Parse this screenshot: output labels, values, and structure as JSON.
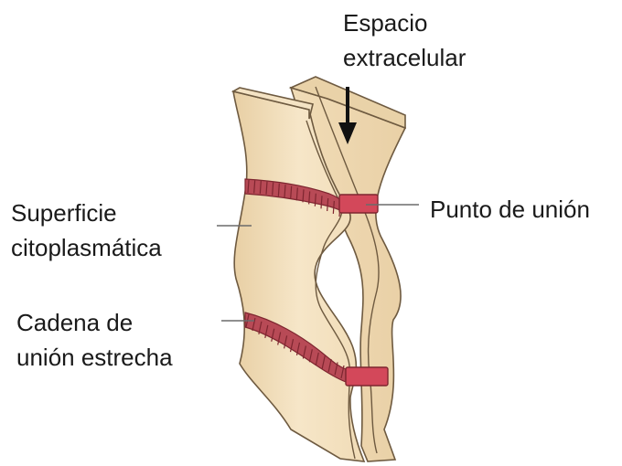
{
  "labels": {
    "extracellular_space": [
      "Espacio",
      "extracelular"
    ],
    "cytoplasmic_surface": [
      "Superficie",
      "citoplasmática"
    ],
    "junction_point": [
      "Punto de unión"
    ],
    "tight_junction_strand": [
      "Cadena de",
      "unión estrecha"
    ]
  },
  "colors": {
    "membrane_fill": "#f3dfbc",
    "membrane_dark": "#e7cca0",
    "outline": "#6e5a40",
    "strand": "#b84a56",
    "strand_dark": "#7e2630",
    "junction": "#d3485a",
    "leader_line": "#6b6b6b",
    "arrow": "#111111"
  }
}
